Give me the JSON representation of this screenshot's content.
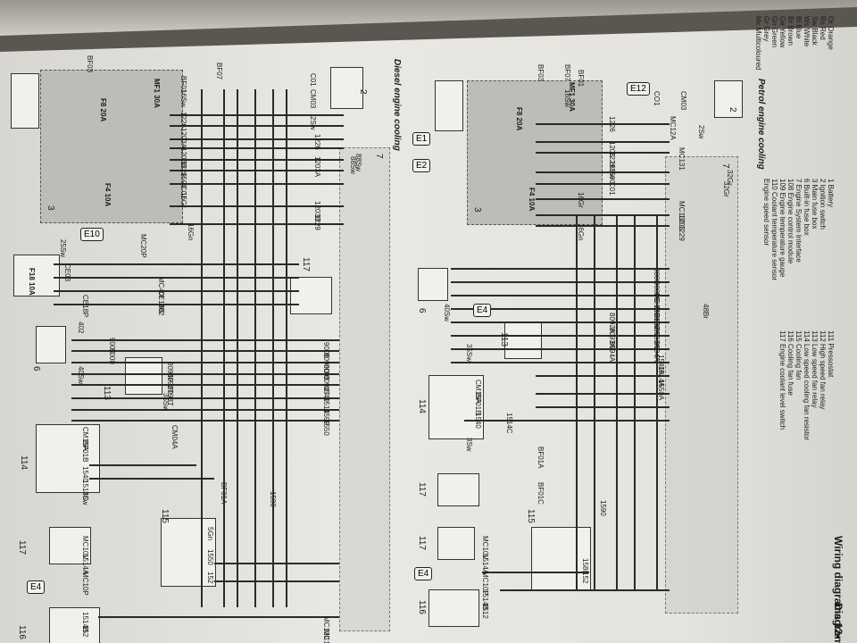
{
  "page_header": {
    "title": "Wiring diagrams 12•",
    "right_title": "Diagram"
  },
  "sections": {
    "petrol_title": "Petrol engine cooling",
    "diesel_title": "Diesel engine cooling"
  },
  "colour_key": [
    {
      "code": "Or",
      "name": "Orange"
    },
    {
      "code": "Rs",
      "name": "Red"
    },
    {
      "code": "Sw",
      "name": "Black"
    },
    {
      "code": "Ws",
      "name": "White"
    },
    {
      "code": "Bl",
      "name": "Blue"
    },
    {
      "code": "Br",
      "name": "Brown"
    },
    {
      "code": "Ge",
      "name": "Yellow"
    },
    {
      "code": "Gn",
      "name": "Green"
    },
    {
      "code": "Gr",
      "name": "Grey"
    },
    {
      "code": "Mc",
      "name": "Multicoloured"
    }
  ],
  "component_key": [
    {
      "num": "1",
      "name": "Battery"
    },
    {
      "num": "2",
      "name": "Ignition switch"
    },
    {
      "num": "3",
      "name": "Main fuse box"
    },
    {
      "num": "6",
      "name": "Built-in fuse box"
    },
    {
      "num": "7",
      "name": "Engine System Interface"
    },
    {
      "num": "108",
      "name": "Engine control module"
    },
    {
      "num": "109",
      "name": "Engine temperature gauge"
    },
    {
      "num": "110",
      "name": "Coolant temperature sensor"
    },
    {
      "num": "",
      "name": "Engine speed sensor"
    },
    {
      "num": "111",
      "name": "Pressostat"
    },
    {
      "num": "112",
      "name": "High speed fan relay"
    },
    {
      "num": "113",
      "name": "Low speed fan relay"
    },
    {
      "num": "114",
      "name": "Low speed cooling fan resistor"
    },
    {
      "num": "115",
      "name": "Cooling fan"
    },
    {
      "num": "116",
      "name": "Cooling fan fuse"
    },
    {
      "num": "117",
      "name": "Engine coolant level switch"
    }
  ],
  "fuses": {
    "mf1": "MF1 30A",
    "mf3": "MF3 30A",
    "f8": "F8 20A",
    "f4": "F4 10A",
    "f18": "F18 10A"
  },
  "earth_tags": [
    "E1",
    "E2",
    "E4",
    "E10",
    "E12"
  ],
  "petrol_wires": [
    "1226",
    "1203",
    "1229",
    "1590",
    "C01",
    "MC131",
    "MC130",
    "1203",
    "1229",
    "9000",
    "9000C",
    "MC133",
    "MC132",
    "8092A",
    "8093A",
    "8094A",
    "8092A",
    "8093A",
    "8094A",
    "1540A",
    "1514A",
    "1550A",
    "CM15A",
    "BF01B",
    "1540",
    "1514C",
    "BF01A",
    "BF01C",
    "1590",
    "MC10V",
    "1514A",
    "MC10P",
    "152",
    "1580",
    "1514B",
    "1512",
    "16Sw",
    "2Sw",
    "40Sw",
    "35Sw",
    "3Sw",
    "16Gn",
    "16Gr",
    "48Br",
    "32Gr",
    "16Sw",
    "MC12A",
    "BF01",
    "BF07",
    "BF03",
    "CO1",
    "CM03"
  ],
  "diesel_wires": [
    "1226",
    "1203A",
    "1203B",
    "1229",
    "1590",
    "C01",
    "1226",
    "1203A",
    "1203B",
    "1229",
    "CE03",
    "MC40I",
    "CE18B",
    "CE18P",
    "402",
    "402",
    "9000",
    "9000",
    "9006",
    "8090D",
    "8093",
    "8094F",
    "8092T",
    "8093T",
    "8094T",
    "1540",
    "1514",
    "1599",
    "1550",
    "CM15A",
    "BF01B",
    "CM04A",
    "1540",
    "1514C",
    "BF01A",
    "1590",
    "1550",
    "152",
    "MC10V",
    "1514A",
    "MC10P",
    "1514B",
    "152",
    "MC130",
    "MC131",
    "16Sw",
    "2Sw",
    "40Sw",
    "35Sw",
    "3Sw",
    "16Gn",
    "16Gr",
    "25Sw",
    "88Sw",
    "5Gn",
    "MC20P",
    "BF03",
    "BF07",
    "BF01",
    "C01",
    "CM03"
  ],
  "connector_labels": {
    "petrol_7": "7",
    "diesel_7": "7",
    "petrol_pins": "32Gr",
    "diesel_pins": "88Sw"
  },
  "component_numbers": [
    "1",
    "2",
    "3",
    "6",
    "7",
    "108",
    "111",
    "112",
    "113",
    "114",
    "115",
    "116",
    "117"
  ]
}
